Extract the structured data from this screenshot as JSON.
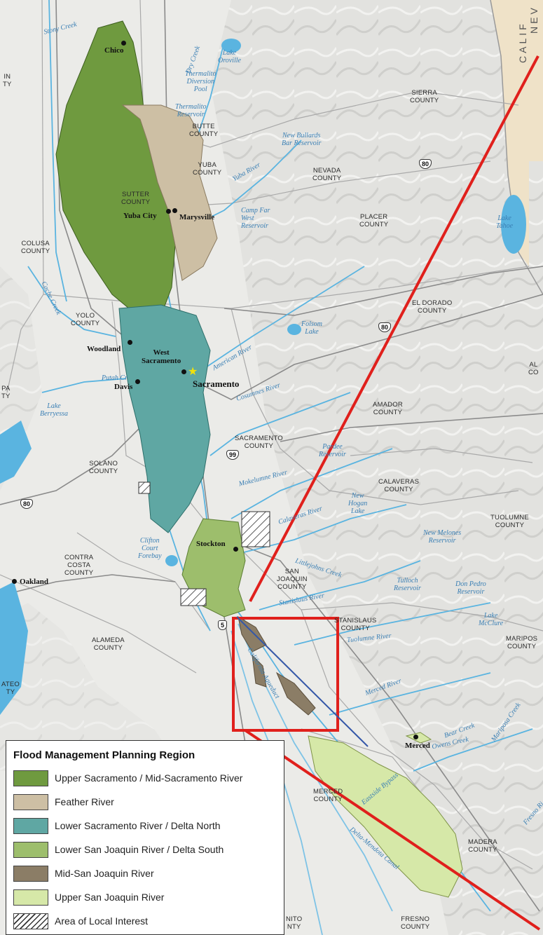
{
  "colors": {
    "upper_sacramento": "#6f9a3f",
    "feather": "#cdbfa4",
    "lower_sacramento": "#5fa7a3",
    "lower_san_joaquin": "#9dbe6c",
    "mid_san_joaquin": "#8b7d66",
    "upper_san_joaquin": "#d6e8a8",
    "water": "#5ab4e0",
    "callout": "#e0201c",
    "callout_line": "#3457a8"
  },
  "state_label": {
    "calif": "CALIF",
    "nev": "NEV"
  },
  "counties": [
    {
      "id": "glenn",
      "text": "IN\nTY"
    },
    {
      "id": "sierra",
      "text": "SIERRA\nCOUNTY"
    },
    {
      "id": "butte",
      "text": "BUTTE\nCOUNTY"
    },
    {
      "id": "yuba",
      "text": "YUBA\nCOUNTY"
    },
    {
      "id": "nevada",
      "text": "NEVADA\nCOUNTY"
    },
    {
      "id": "sutter",
      "text": "SUTTER\nCOUNTY"
    },
    {
      "id": "placer",
      "text": "PLACER\nCOUNTY"
    },
    {
      "id": "colusa",
      "text": "COLUSA\nCOUNTY"
    },
    {
      "id": "yolo",
      "text": "YOLO\nCOUNTY"
    },
    {
      "id": "eldorado",
      "text": "EL DORADO\nCOUNTY"
    },
    {
      "id": "alpine",
      "text": "AL\nCO"
    },
    {
      "id": "napa",
      "text": "PA\nTY"
    },
    {
      "id": "amador",
      "text": "AMADOR\nCOUNTY"
    },
    {
      "id": "sacramento",
      "text": "SACRAMENTO\nCOUNTY"
    },
    {
      "id": "solano",
      "text": "SOLANO\nCOUNTY"
    },
    {
      "id": "calaveras",
      "text": "CALAVERAS\nCOUNTY"
    },
    {
      "id": "tuolumne",
      "text": "TUOLUMNE\nCOUNTY"
    },
    {
      "id": "contracosta",
      "text": "CONTRA\nCOSTA\nCOUNTY"
    },
    {
      "id": "sanjoaquin",
      "text": "SAN\nJOAQUIN\nCOUNTY"
    },
    {
      "id": "stanislaus",
      "text": "STANISLAUS\nCOUNTY"
    },
    {
      "id": "alameda",
      "text": "ALAMEDA\nCOUNTY"
    },
    {
      "id": "mariposa",
      "text": "MARIPOS\nCOUNTY"
    },
    {
      "id": "sanmateo",
      "text": "ATEO\nTY"
    },
    {
      "id": "merced",
      "text": "MERCED\nCOUNTY"
    },
    {
      "id": "madera",
      "text": "MADERA\nCOUNTY"
    },
    {
      "id": "santaclara",
      "text": "NITO\nNTY"
    },
    {
      "id": "fresno",
      "text": "FRESNO\nCOUNTY"
    }
  ],
  "cities": [
    {
      "id": "chico",
      "text": "Chico"
    },
    {
      "id": "yubacity",
      "text": "Yuba City"
    },
    {
      "id": "marysville",
      "text": "Marysville"
    },
    {
      "id": "woodland",
      "text": "Woodland"
    },
    {
      "id": "westsac",
      "text": "West\nSacramento"
    },
    {
      "id": "sacramento",
      "text": "Sacramento"
    },
    {
      "id": "davis",
      "text": "Davis"
    },
    {
      "id": "stockton",
      "text": "Stockton"
    },
    {
      "id": "oakland",
      "text": "Oakland"
    },
    {
      "id": "merced",
      "text": "Merced"
    }
  ],
  "water": [
    {
      "id": "stony",
      "text": "Stony Creek"
    },
    {
      "id": "oroville",
      "text": "Lake\nOroville"
    },
    {
      "id": "thermalito_pool",
      "text": "Thermalito\nDiversion\nPool"
    },
    {
      "id": "thermalito_res",
      "text": "Thermalito\nReservoir"
    },
    {
      "id": "drycreek",
      "text": "Dry Creek"
    },
    {
      "id": "newbullards",
      "text": "New Bullards\nBar Reservoir"
    },
    {
      "id": "yubariver",
      "text": "Yuba River"
    },
    {
      "id": "campfar",
      "text": "Camp Far\nWest\nReservoir"
    },
    {
      "id": "tahoe",
      "text": "Lake\nTahoe"
    },
    {
      "id": "cachecreek",
      "text": "Cache Creek"
    },
    {
      "id": "folsom",
      "text": "Folsom\nLake"
    },
    {
      "id": "american",
      "text": "American River"
    },
    {
      "id": "putah",
      "text": "Putah Cr"
    },
    {
      "id": "berryessa",
      "text": "Lake\nBerryessa"
    },
    {
      "id": "cosumnes",
      "text": "Cosumnes River"
    },
    {
      "id": "pardee",
      "text": "Pardee\nReservoir"
    },
    {
      "id": "mokelumne",
      "text": "Mokelumne River"
    },
    {
      "id": "newhogan",
      "text": "New\nHogan\nLake"
    },
    {
      "id": "calaveras",
      "text": "Calaveras River"
    },
    {
      "id": "newmelones",
      "text": "New Melones\nReservoir"
    },
    {
      "id": "clifton",
      "text": "Clifton\nCourt\nForebay"
    },
    {
      "id": "littlejohns",
      "text": "Littlejohns Creek"
    },
    {
      "id": "stanislaus",
      "text": "Stanislaus River"
    },
    {
      "id": "tulloch",
      "text": "Tulloch\nReservoir"
    },
    {
      "id": "donpedro",
      "text": "Don Pedro\nReservoir"
    },
    {
      "id": "mcclure",
      "text": "Lake\nMcClure"
    },
    {
      "id": "tuolumne",
      "text": "Tuolumne River"
    },
    {
      "id": "aqueduct",
      "text": "California Aqueduct"
    },
    {
      "id": "mercedriver",
      "text": "Merced River"
    },
    {
      "id": "bearcreek",
      "text": "Bear Creek"
    },
    {
      "id": "owenscreek",
      "text": "Owens Creek"
    },
    {
      "id": "mariposacreek",
      "text": "Mariposa Creek"
    },
    {
      "id": "eastside",
      "text": "Eastside Bypass"
    },
    {
      "id": "deltamendota",
      "text": "Delta-Mendota Canal"
    },
    {
      "id": "fresnoriver",
      "text": "Fresno Ri"
    }
  ],
  "highways": [
    "80",
    "80",
    "99",
    "80",
    "5"
  ],
  "legend": {
    "title": "Flood Management Planning Region",
    "items": [
      {
        "label": "Upper Sacramento / Mid-Sacramento River",
        "color": "#6f9a3f"
      },
      {
        "label": "Feather River",
        "color": "#cdbfa4"
      },
      {
        "label": "Lower Sacramento River / Delta North",
        "color": "#5fa7a3"
      },
      {
        "label": "Lower San Joaquin River / Delta South",
        "color": "#9dbe6c"
      },
      {
        "label": "Mid-San Joaquin River",
        "color": "#8b7d66"
      },
      {
        "label": "Upper San Joaquin River",
        "color": "#d6e8a8"
      },
      {
        "label": "Area of Local Interest",
        "color": "hatch"
      }
    ]
  }
}
